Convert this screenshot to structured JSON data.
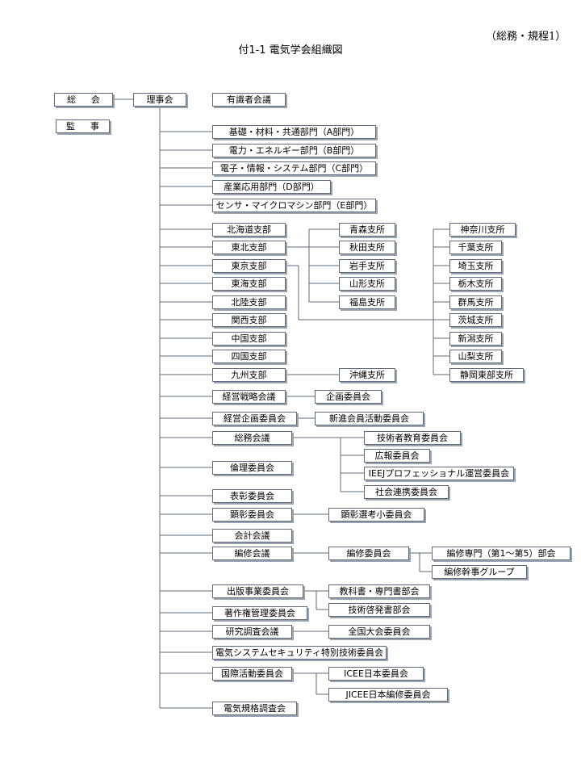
{
  "header": {
    "reference": "（総務・規程1）",
    "title": "付1-1 電気学会組織図"
  },
  "root": {
    "general_assembly": "総 会",
    "auditor": "監 事",
    "board": "理事会",
    "advisory": "有識者会議"
  },
  "divisions": [
    "基礎・材料・共通部門（A部門）",
    "電力・エネルギー部門（B部門）",
    "電子・情報・システム部門（C部門）",
    "産業応用部門（D部門）",
    "センサ・マイクロマシン部門（E部門）"
  ],
  "branches": [
    "北海道支部",
    "東北支部",
    "東京支部",
    "東海支部",
    "北陸支部",
    "関西支部",
    "中国支部",
    "四国支部",
    "九州支部"
  ],
  "tohoku_offices": [
    "青森支所",
    "秋田支所",
    "岩手支所",
    "山形支所",
    "福島支所"
  ],
  "tokyo_offices": [
    "神奈川支所",
    "千葉支所",
    "埼玉支所",
    "栃木支所",
    "群馬支所",
    "茨城支所",
    "新潟支所",
    "山梨支所",
    "静岡東部支所"
  ],
  "kyushu_offices": [
    "沖縄支所"
  ],
  "committees": {
    "strategy": "経営戦略会議",
    "planning_sub": "企画委員会",
    "mgmt_planning": "経営企画委員会",
    "new_member": "新進会員活動委員会",
    "general_affairs": "総務会議",
    "general_affairs_subs": [
      "技術者教育委員会",
      "広報委員会",
      "IEEJプロフェッショナル運営委員会",
      "社会連携委員会"
    ],
    "ethics": "倫理委員会",
    "award": "表彰委員会",
    "honor": "顕彰委員会",
    "honor_sub": "顕彰選考小委員会",
    "accounting": "会計会議",
    "editing": "編修会議",
    "editing_committee": "編修委員会",
    "editing_subs": [
      "編修専門（第1～第5）部会",
      "編修幹事グループ"
    ],
    "publishing": "出版事業委員会",
    "publishing_subs": [
      "教科書・専門書部会",
      "技術啓発書部会"
    ],
    "copyright": "著作権管理委員会",
    "research": "研究調査会議",
    "research_sub": "全国大会委員会",
    "security": "電気システムセキュリティ特別技術委員会",
    "international": "国際活動委員会",
    "international_subs": [
      "ICEE日本委員会",
      "JICEE日本編修委員会"
    ],
    "standards": "電気規格調査会"
  }
}
